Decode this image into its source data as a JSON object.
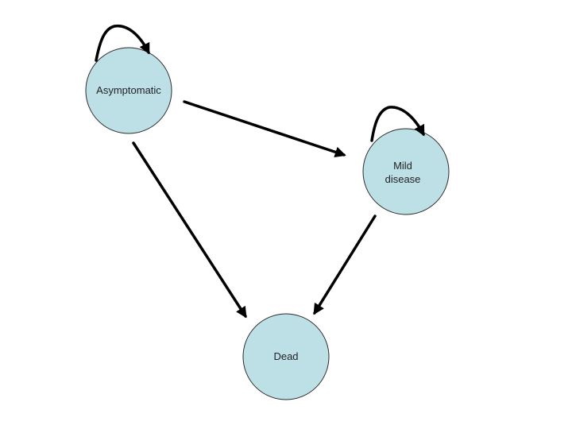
{
  "diagram": {
    "nodes": [
      {
        "id": "asymptomatic",
        "lines": [
          "Asymptomatic"
        ],
        "fill": "#bde0e6"
      },
      {
        "id": "mild",
        "lines": [
          "Mild",
          "disease"
        ],
        "fill": "#bde0e6"
      },
      {
        "id": "dead",
        "lines": [
          "Dead"
        ],
        "fill": "#bde0e6"
      }
    ],
    "edges": [
      {
        "from": "asymptomatic",
        "to": "asymptomatic",
        "kind": "self-loop"
      },
      {
        "from": "mild",
        "to": "mild",
        "kind": "self-loop"
      },
      {
        "from": "asymptomatic",
        "to": "mild",
        "kind": "transition"
      },
      {
        "from": "asymptomatic",
        "to": "dead",
        "kind": "transition"
      },
      {
        "from": "mild",
        "to": "dead",
        "kind": "transition"
      }
    ]
  }
}
